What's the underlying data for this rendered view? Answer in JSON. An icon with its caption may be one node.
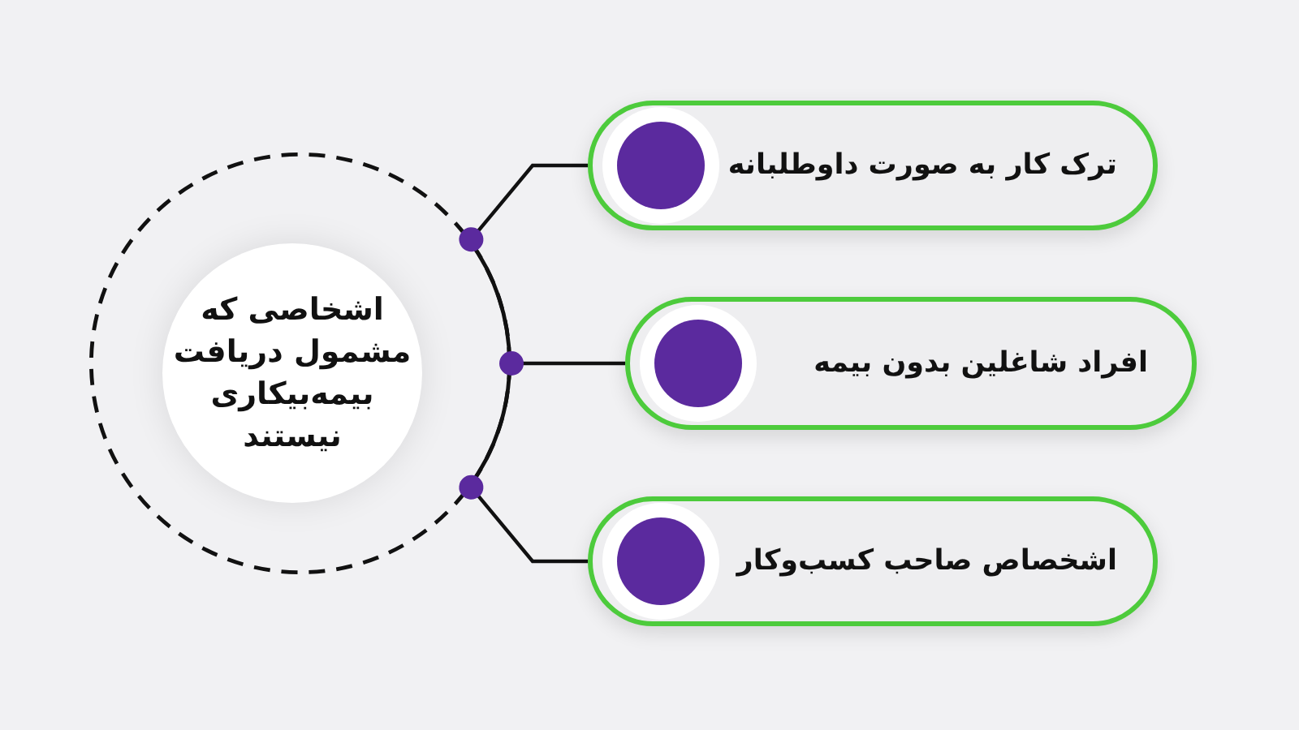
{
  "diagram": {
    "nodes": [
      {
        "text": [],
        "shape": "circle"
      },
      {
        "text": [
          "اشخاصی که مشمول دریافت بیمه‌بیکاری نیستند"
        ],
        "in": 0
      },
      {
        "text": [
          "ترک کار به صورت داوطلبانه"
        ]
      },
      {
        "text": [
          "افراد شاغلین بدون بیمه"
        ]
      },
      {
        "text": [
          "اشخصاص صاحب کسب‌وکار"
        ]
      }
    ],
    "edges": [
      {
        "from": 0,
        "to": 2,
        "arrow": "other"
      },
      {
        "from": 0,
        "to": 3,
        "arrow": "other"
      },
      {
        "from": 0,
        "to": 4,
        "arrow": "other"
      }
    ]
  }
}
